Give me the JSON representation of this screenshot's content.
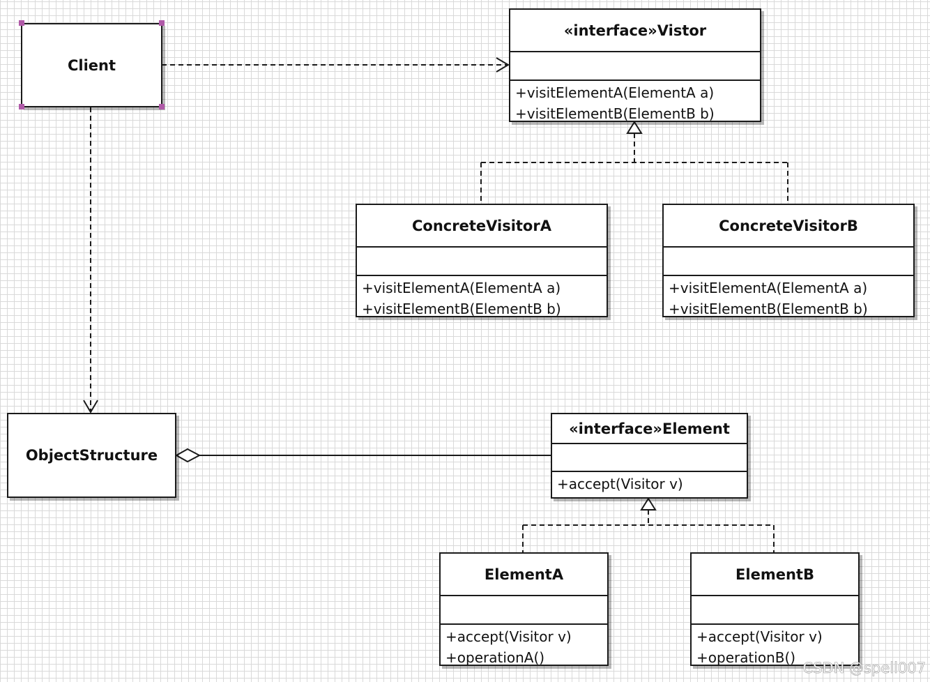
{
  "classes": {
    "client": {
      "name": "Client"
    },
    "visitor": {
      "name": "«interface»Vistor",
      "ops": [
        "+visitElementA(ElementA a)",
        "+visitElementB(ElementB b)"
      ]
    },
    "concrete_a": {
      "name": "ConcreteVisitorA",
      "ops": [
        "+visitElementA(ElementA a)",
        "+visitElementB(ElementB b)"
      ]
    },
    "concrete_b": {
      "name": "ConcreteVisitorB",
      "ops": [
        "+visitElementA(ElementA a)",
        "+visitElementB(ElementB b)"
      ]
    },
    "object_structure": {
      "name": "ObjectStructure"
    },
    "element": {
      "name": "«interface»Element",
      "ops": [
        "+accept(Visitor v)"
      ]
    },
    "element_a": {
      "name": "ElementA",
      "ops": [
        "+accept(Visitor v)",
        "+operationA()"
      ]
    },
    "element_b": {
      "name": "ElementB",
      "ops": [
        "+accept(Visitor v)",
        "+operationB()"
      ]
    }
  },
  "credit": "CSDN @spell007",
  "colors": {
    "line": "#1a1a1a",
    "grid": "#d9d9d9",
    "handle": "#b05aa8"
  }
}
